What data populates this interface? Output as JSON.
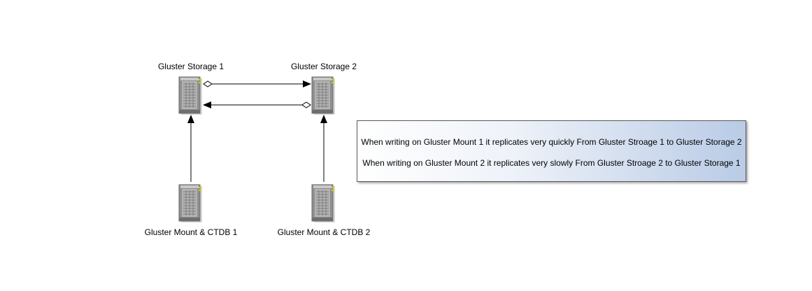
{
  "nodes": {
    "storage1": {
      "label": "Gluster Storage 1",
      "icon": "server-tower-icon"
    },
    "storage2": {
      "label": "Gluster Storage 2",
      "icon": "server-tower-icon"
    },
    "mount1": {
      "label": "Gluster Mount & CTDB 1",
      "icon": "server-tower-icon"
    },
    "mount2": {
      "label": "Gluster Mount & CTDB 2",
      "icon": "server-tower-icon"
    }
  },
  "note": {
    "line1": "When writing on Gluster Mount 1 it replicates very quickly From Gluster Stroage 1 to Gluster Storage 2",
    "line2": "When writing on Gluster Mount 2 it replicates very slowly From Gluster Stroage 2 to Gluster Storage 1"
  },
  "colors": {
    "server_body": "#8c8c8c",
    "server_face": "#b0b0b0",
    "led": "#d4d400",
    "connector": "#000000",
    "note_gradient_end": "#b9cbe6"
  }
}
